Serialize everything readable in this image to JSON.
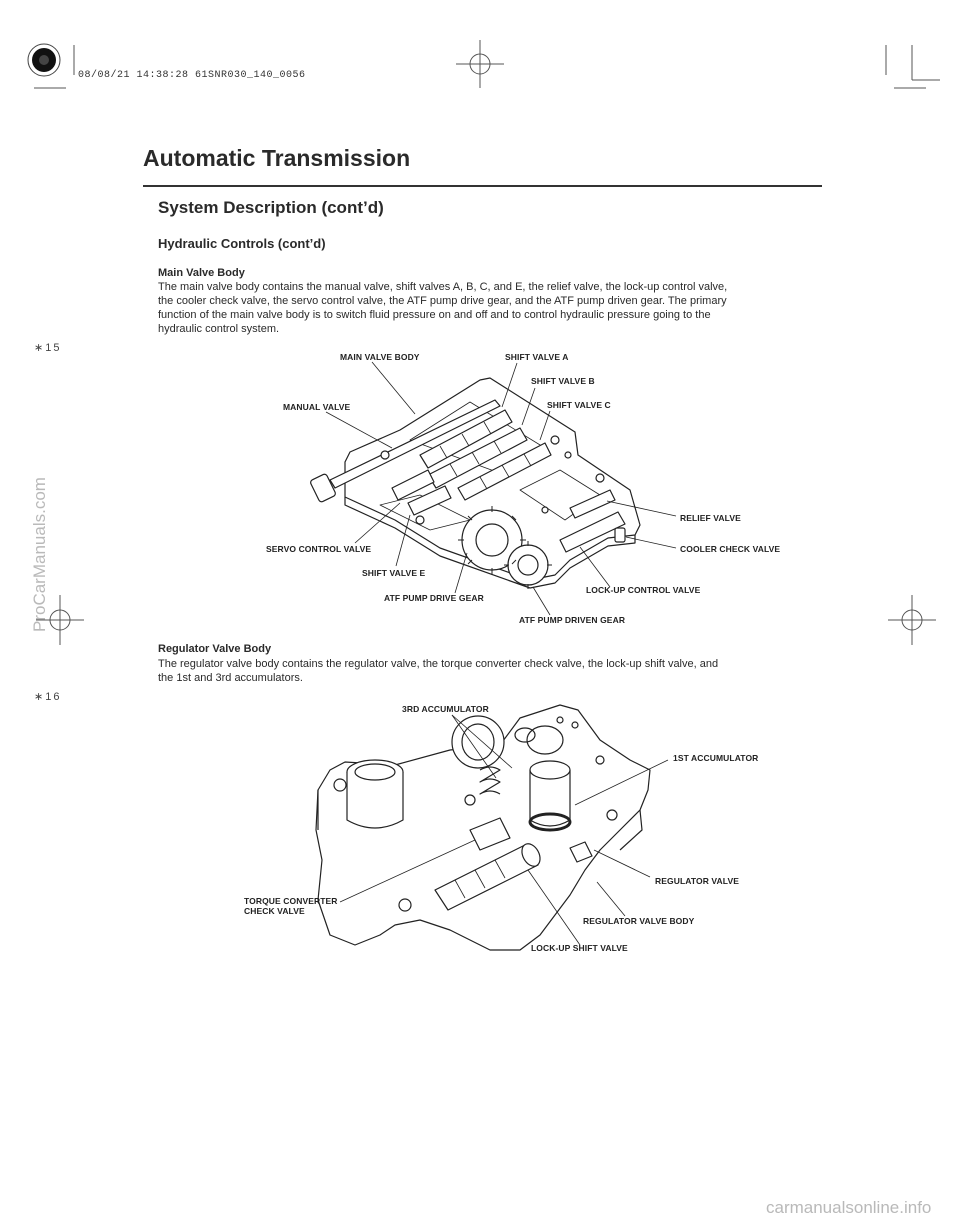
{
  "header": {
    "timestamp": "08/08/21 14:38:28 61SNR030_140_0056",
    "title": "Automatic Transmission",
    "section": "System Description (cont’d)",
    "subsection": "Hydraulic Controls (cont’d)"
  },
  "main_valve_body": {
    "heading": "Main Valve Body",
    "lines": [
      "The main valve body contains the manual valve, shift valves A, B, C, and E, the relief valve, the lock-up control valve,",
      "the cooler check valve, the servo control valve, the ATF pump drive gear, and the ATF pump driven gear. The primary",
      "function of the main valve body is to switch fluid pressure on and off and to control hydraulic pressure going to the",
      "hydraulic control system."
    ],
    "callouts": {
      "main_valve_body": "MAIN VALVE BODY",
      "shift_valve_a": "SHIFT VALVE A",
      "shift_valve_b": "SHIFT VALVE B",
      "shift_valve_c": "SHIFT VALVE C",
      "manual_valve": "MANUAL VALVE",
      "relief_valve": "RELIEF VALVE",
      "cooler_check_valve": "COOLER CHECK VALVE",
      "servo_control_valve": "SERVO CONTROL VALVE",
      "shift_valve_e": "SHIFT VALVE E",
      "lockup_control_valve": "LOCK-UP CONTROL VALVE",
      "atf_pump_drive_gear": "ATF PUMP DRIVE GEAR",
      "atf_pump_driven_gear": "ATF PUMP DRIVEN GEAR"
    }
  },
  "regulator_valve_body": {
    "heading": "Regulator Valve Body",
    "lines": [
      "The regulator valve body contains the regulator valve, the torque converter check valve, the lock-up shift valve, and",
      "the 1st and 3rd accumulators."
    ],
    "callouts": {
      "accumulator_3rd": "3RD ACCUMULATOR",
      "accumulator_1st": "1ST ACCUMULATOR",
      "regulator_valve": "REGULATOR VALVE",
      "torque_converter_1": "TORQUE CONVERTER",
      "torque_converter_2": "CHECK VALVE",
      "regulator_valve_body": "REGULATOR VALVE BODY",
      "lockup_shift_valve": "LOCK-UP SHIFT VALVE"
    }
  },
  "margin_marks": {
    "mark_1": "∗15",
    "mark_2": "∗16"
  },
  "watermarks": {
    "side": "ProCarManuals.com",
    "bottom": "carmanualsonline.info"
  }
}
